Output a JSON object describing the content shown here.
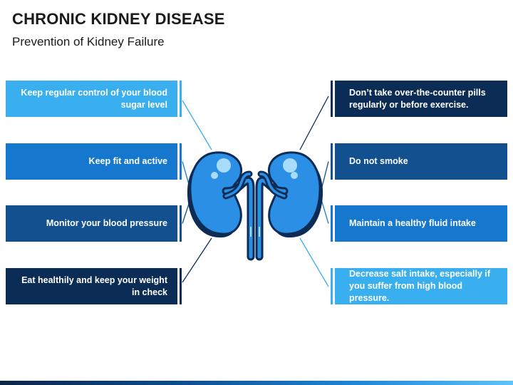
{
  "title": "CHRONIC KIDNEY DISEASE",
  "subtitle": "Prevention of Kidney Failure",
  "icon": "kidneys-icon",
  "colors": {
    "light_blue": "#3aafef",
    "mid_blue": "#1677cf",
    "steel_blue": "#12508f",
    "navy": "#0b2d55",
    "kidney_fill": "#2b8fe6",
    "kidney_outline": "#0d2c55",
    "kidney_highlight": "#a9dcfb"
  },
  "left_items": [
    {
      "text": "Keep regular control of your blood sugar level",
      "color": "#3aafef"
    },
    {
      "text": "Keep fit and active",
      "color": "#1677cf"
    },
    {
      "text": "Monitor your blood pressure",
      "color": "#12508f"
    },
    {
      "text": "Eat healthily and keep your weight in check",
      "color": "#0b2d55"
    }
  ],
  "right_items": [
    {
      "text": "Don’t take over-the-counter pills regularly or before exercise.",
      "color": "#0b2d55"
    },
    {
      "text": "Do not smoke",
      "color": "#12508f"
    },
    {
      "text": "Maintain a healthy fluid intake",
      "color": "#1677cf"
    },
    {
      "text": "Decrease salt intake, especially if you suffer from high blood pressure.",
      "color": "#3aafef"
    }
  ]
}
